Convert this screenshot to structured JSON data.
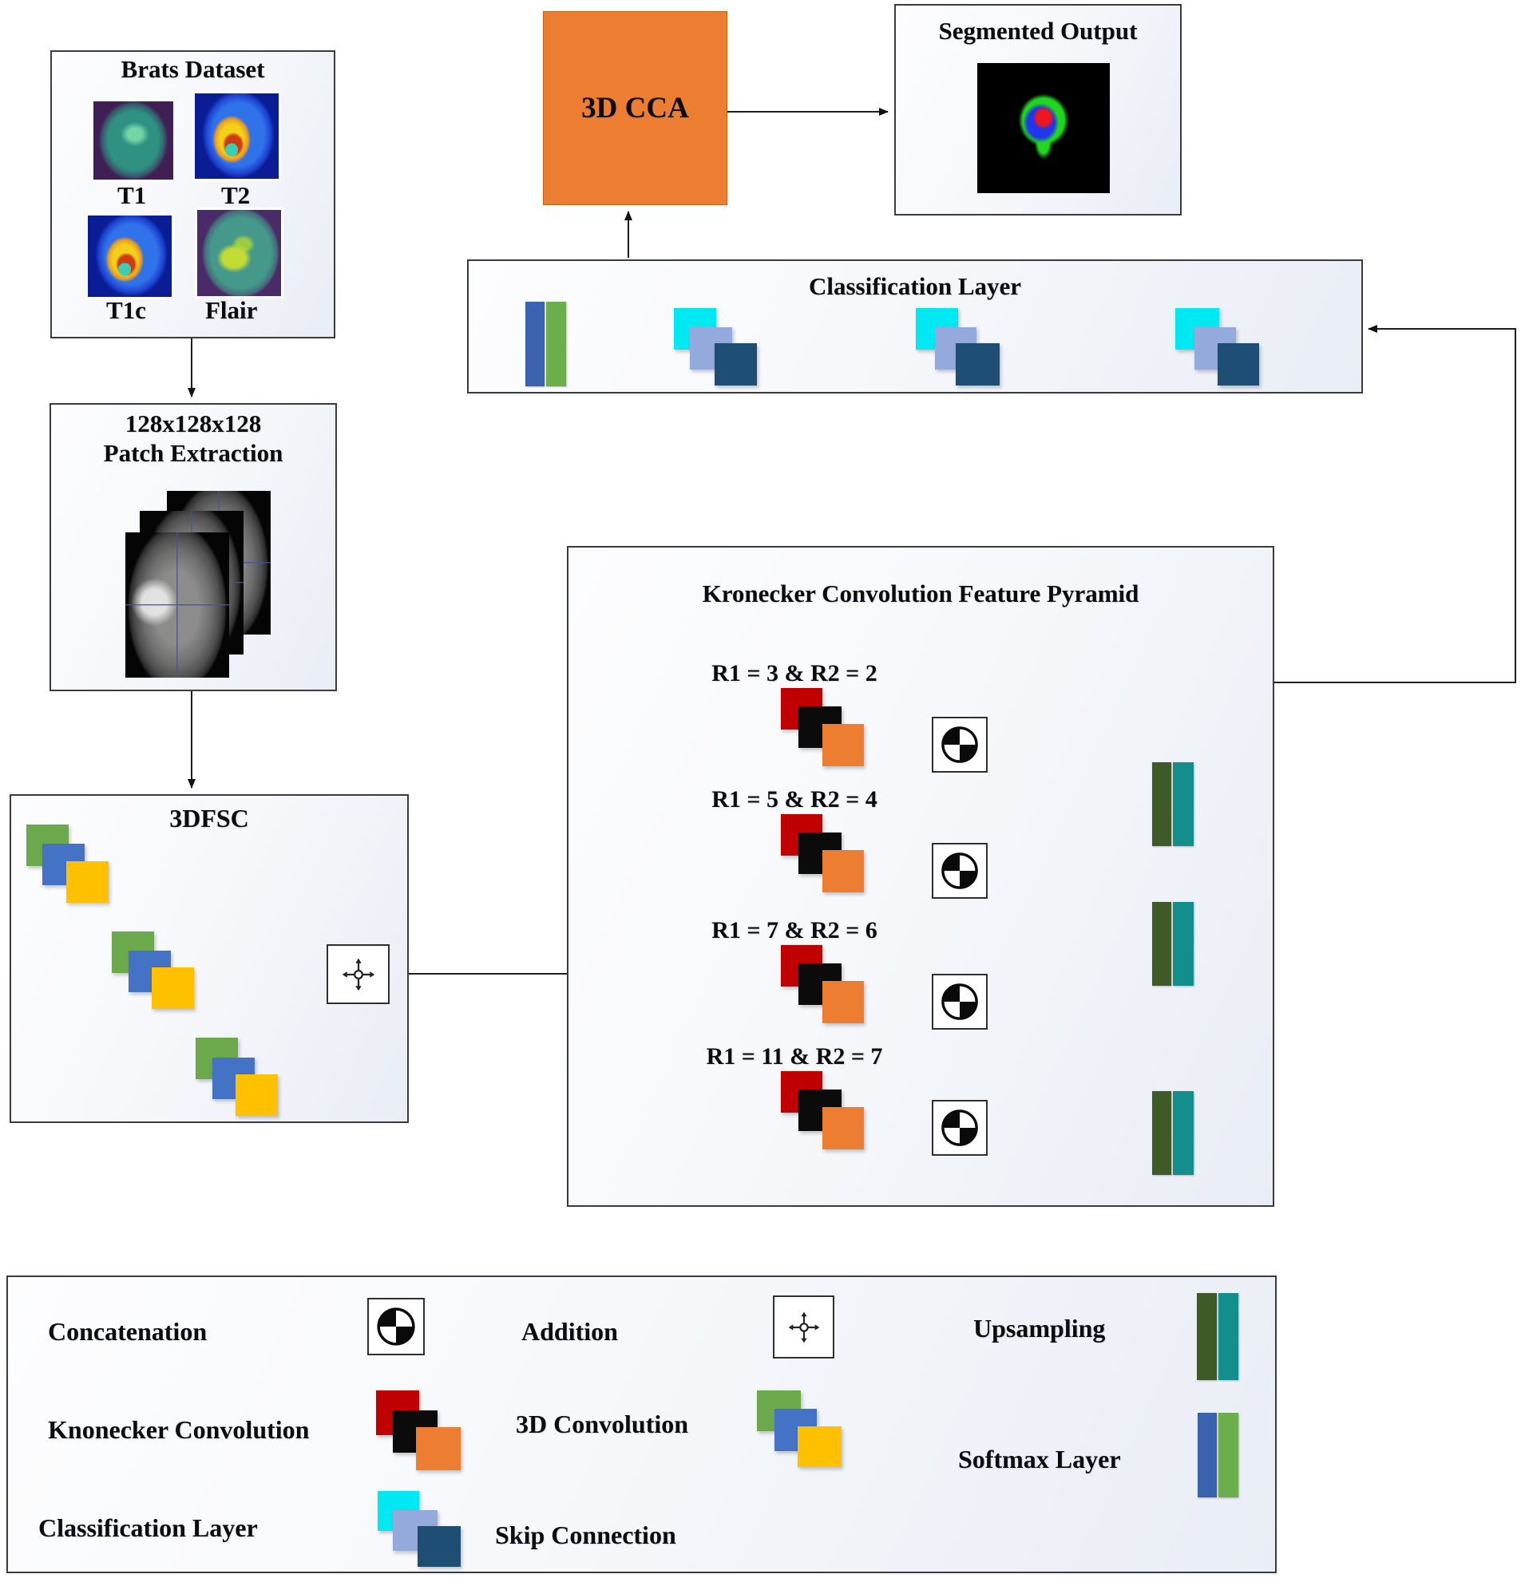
{
  "dataset": {
    "title": "Brats Dataset",
    "modalities": [
      "T1",
      "T2",
      "T1c",
      "Flair"
    ]
  },
  "patch": {
    "title_line1": "128x128x128",
    "title_line2": "Patch Extraction"
  },
  "fsc": {
    "title": "3DFSC"
  },
  "cca": {
    "label": "3D CCA"
  },
  "segmented": {
    "title": "Segmented Output"
  },
  "classification": {
    "title": "Classification Layer"
  },
  "pyramid": {
    "title": "Kronecker Convolution Feature Pyramid",
    "rows": [
      {
        "label": "R1 = 3 & R2 = 2"
      },
      {
        "label": "R1 = 5 & R2 = 4"
      },
      {
        "label": "R1 = 7 & R2 = 6"
      },
      {
        "label": "R1 = 11 & R2 = 7"
      }
    ]
  },
  "legend": {
    "concatenation": "Concatenation",
    "addition": "Addition",
    "upsampling": "Upsampling",
    "kronecker": "Knonecker Convolution",
    "conv3d": "3D Convolution",
    "softmax": "Softmax Layer",
    "classification": "Classification Layer",
    "skip": "Skip Connection"
  },
  "colors": {
    "kron_red": "#C00000",
    "kron_black": "#0B0B0B",
    "kron_orange": "#ED7D31",
    "conv_green": "#6CA94D",
    "conv_blue": "#4472C4",
    "conv_yellow": "#FFC000",
    "cls_cyan": "#00E8F2",
    "cls_lightblue": "#95AADC",
    "cls_navy": "#1F4E74",
    "up_darkgreen": "#3E5A26",
    "up_teal": "#148D8D",
    "softmax_blue": "#3A62AE",
    "softmax_green": "#6CAE4C",
    "cca_orange": "#ED7D31"
  }
}
